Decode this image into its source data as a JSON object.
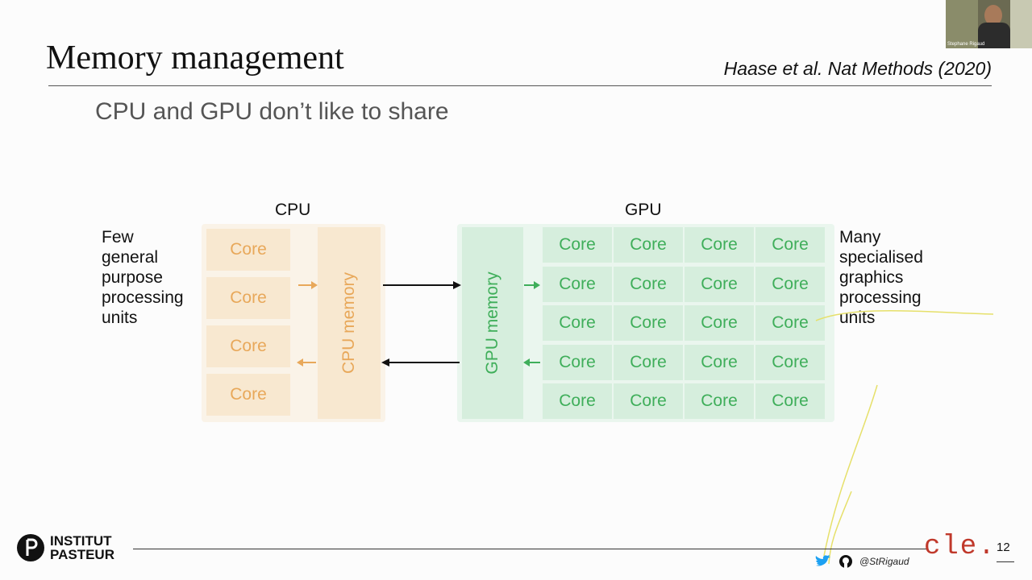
{
  "slide": {
    "title": "Memory management",
    "citation": "Haase et al. Nat Methods (2020)",
    "subtitle": "CPU and GPU don’t like to share",
    "page_number": "12"
  },
  "diagram": {
    "cpu_label": "CPU",
    "gpu_label": "GPU",
    "left_text": [
      "Few",
      "general",
      "purpose",
      "processing",
      "units"
    ],
    "right_text": [
      "Many",
      "specialised",
      "graphics",
      "processing",
      "units"
    ],
    "cpu_cores": [
      "Core",
      "Core",
      "Core",
      "Core"
    ],
    "cpu_memory_label": "CPU memory",
    "gpu_memory_label": "GPU memory",
    "gpu_core_label": "Core",
    "colors": {
      "cpu_text": "#e8a85a",
      "gpu_text": "#3fae5a"
    }
  },
  "footer": {
    "logo_line1": "INSTITUT",
    "logo_line2": "PASTEUR",
    "handle": "@StRigaud",
    "brand": "cle.",
    "icons": [
      "twitter-icon",
      "github-icon"
    ]
  },
  "webcam": {
    "name": "Stephane Rigaud"
  }
}
